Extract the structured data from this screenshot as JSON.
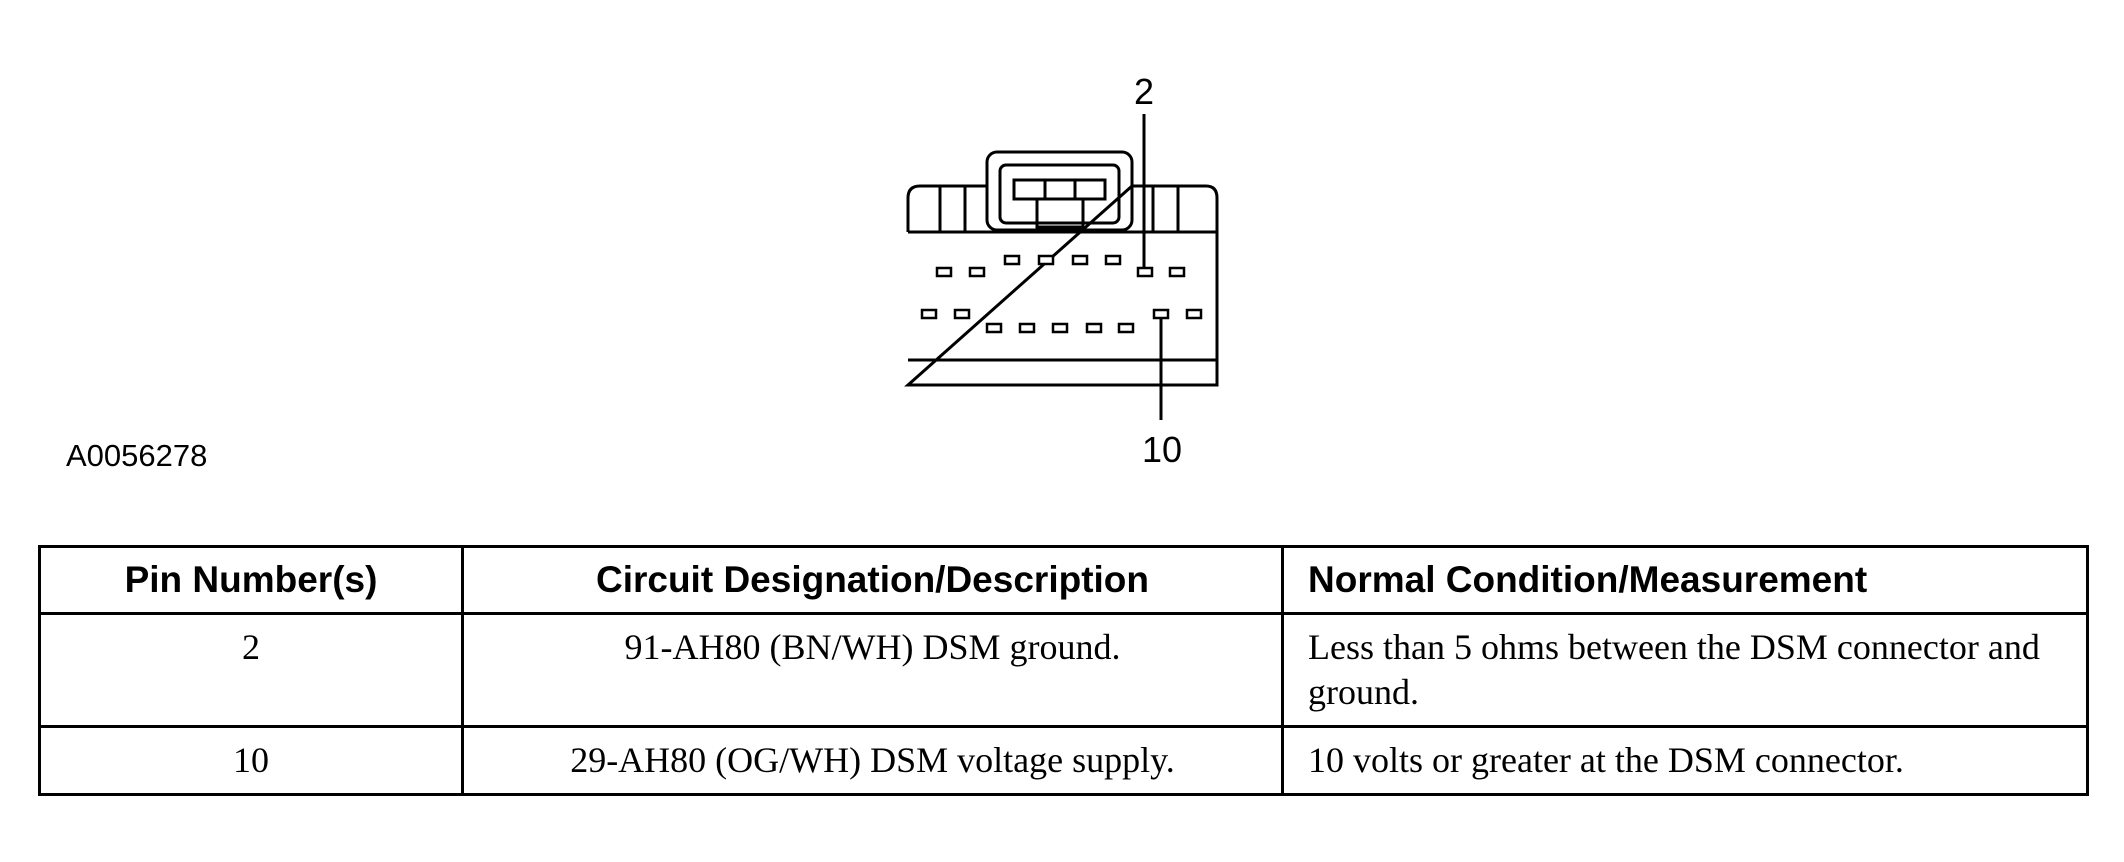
{
  "figure": {
    "id": "A0056278",
    "callouts": {
      "top_pin": "2",
      "bottom_pin": "10"
    }
  },
  "table": {
    "headers": [
      "Pin Number(s)",
      "Circuit Designation/Description",
      "Normal Condition/Measurement"
    ],
    "rows": [
      {
        "pin": "2",
        "circuit": "91-AH80 (BN/WH) DSM ground.",
        "condition": "Less than 5 ohms between the DSM connector and ground."
      },
      {
        "pin": "10",
        "circuit": "29-AH80 (OG/WH) DSM voltage supply.",
        "condition": "10 volts or greater at the DSM connector."
      }
    ]
  }
}
